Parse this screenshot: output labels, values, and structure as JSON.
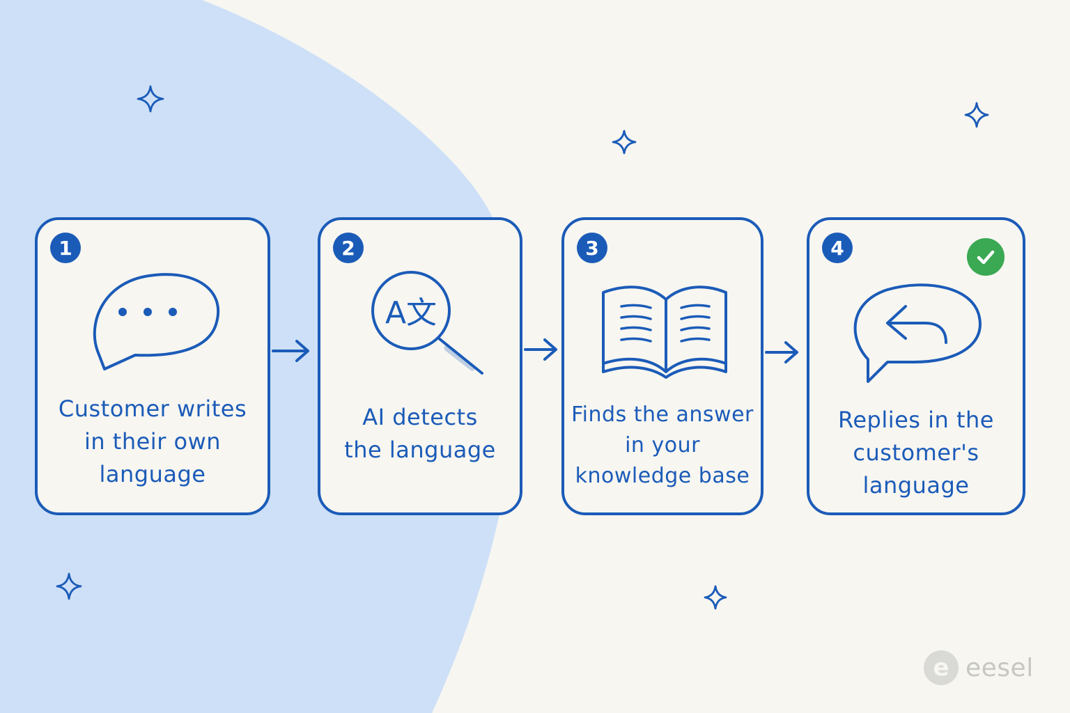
{
  "colors": {
    "background": "#f7f6f1",
    "blob": "#cde0f7",
    "accent": "#1b5bb8",
    "success": "#3ba853",
    "brand": "#c6c6c2"
  },
  "steps": [
    {
      "number": "1",
      "icon": "chat-bubble-dots-icon",
      "text": "Customer writes\nin their own\nlanguage"
    },
    {
      "number": "2",
      "icon": "translate-magnifier-icon",
      "icon_letters": "A文",
      "text": "AI detects\nthe language"
    },
    {
      "number": "3",
      "icon": "open-book-icon",
      "text": "Finds the answer\nin your\nknowledge base"
    },
    {
      "number": "4",
      "icon": "chat-bubble-reply-icon",
      "text": "Replies in the\ncustomer's\nlanguage",
      "badge_icon": "check-circle-icon"
    }
  ],
  "connector_icon": "arrow-right-icon",
  "decoration_icon": "sparkle-icon",
  "brand": {
    "name": "eesel",
    "logo_letter": "e"
  }
}
